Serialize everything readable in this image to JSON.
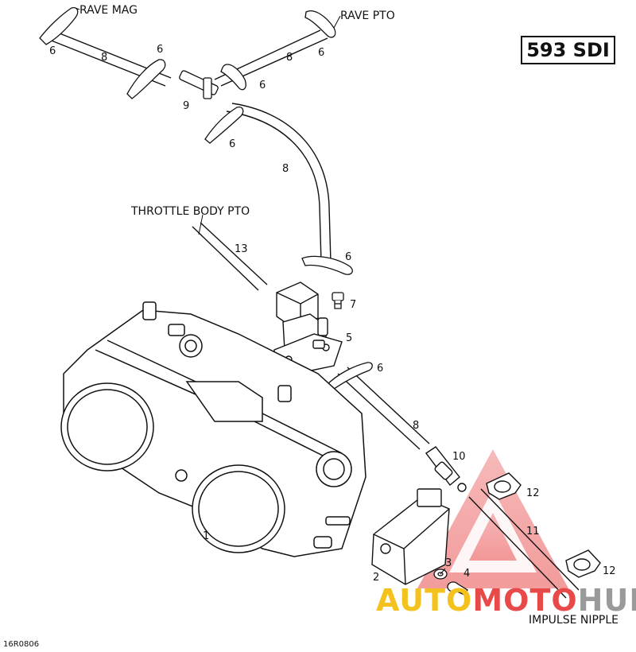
{
  "model_badge": "593 SDI",
  "diagram_code": "16R0806",
  "headings": {
    "rave_mag": "RAVE MAG",
    "rave_pto": "RAVE PTO",
    "throttle_body_pto": "THROTTLE BODY PTO",
    "impulse_nipple": "IMPULSE NIPPLE"
  },
  "callouts": {
    "c6a": "6",
    "c6b": "6",
    "c6c": "6",
    "c6d": "6",
    "c6e": "6",
    "c6f": "6",
    "c6g": "6",
    "c8a": "8",
    "c8b": "8",
    "c8c": "8",
    "c8d": "8",
    "c9": "9",
    "c13": "13",
    "c7": "7",
    "c5": "5",
    "c10": "10",
    "c12a": "12",
    "c12b": "12",
    "c11": "11",
    "c1": "1",
    "c2": "2",
    "c3": "3",
    "c4": "4"
  },
  "watermark": {
    "part1": "AUTO",
    "part2": "MOTO",
    "part3": "HUB"
  }
}
